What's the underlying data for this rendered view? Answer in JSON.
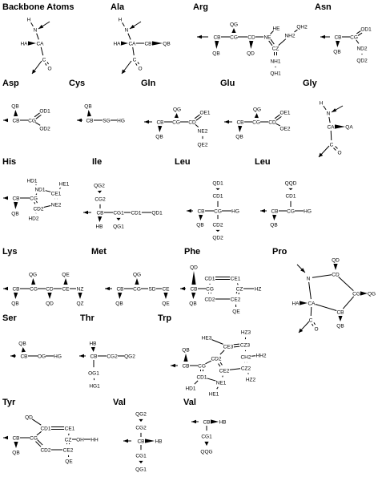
{
  "panels": [
    {
      "key": "backbone",
      "title": "Backbone Atoms",
      "atoms": [
        {
          "id": "H",
          "t": "H"
        },
        {
          "id": "N",
          "t": "N"
        },
        {
          "id": "HA",
          "t": "HA"
        },
        {
          "id": "CA",
          "t": "CA"
        },
        {
          "id": "C",
          "t": "C"
        },
        {
          "id": "O",
          "t": "O"
        }
      ]
    },
    {
      "key": "ala",
      "title": "Ala",
      "atoms": [
        {
          "id": "H",
          "t": "H"
        },
        {
          "id": "N",
          "t": "N"
        },
        {
          "id": "HA",
          "t": "HA"
        },
        {
          "id": "CA",
          "t": "CA"
        },
        {
          "id": "CB",
          "t": "CB"
        },
        {
          "id": "QB",
          "t": "QB"
        },
        {
          "id": "C",
          "t": "C"
        },
        {
          "id": "O",
          "t": "O"
        }
      ]
    },
    {
      "key": "arg",
      "title": "Arg",
      "atoms": [
        {
          "id": "CB",
          "t": "CB"
        },
        {
          "id": "QB",
          "t": "QB"
        },
        {
          "id": "CG",
          "t": "CG"
        },
        {
          "id": "QG",
          "t": "QG"
        },
        {
          "id": "CD",
          "t": "CD"
        },
        {
          "id": "QD",
          "t": "QD"
        },
        {
          "id": "NE",
          "t": "NE"
        },
        {
          "id": "HE",
          "t": "HE"
        },
        {
          "id": "CZ",
          "t": "CZ"
        },
        {
          "id": "NH2",
          "t": "NH2"
        },
        {
          "id": "QH2",
          "t": "QH2"
        },
        {
          "id": "NH1",
          "t": "NH1"
        },
        {
          "id": "QH1",
          "t": "QH1"
        }
      ]
    },
    {
      "key": "asn",
      "title": "Asn",
      "atoms": [
        {
          "id": "CB",
          "t": "CB"
        },
        {
          "id": "QB",
          "t": "QB"
        },
        {
          "id": "CG",
          "t": "CG"
        },
        {
          "id": "OD1",
          "t": "OD1"
        },
        {
          "id": "ND2",
          "t": "ND2"
        },
        {
          "id": "QD2",
          "t": "QD2"
        }
      ]
    },
    {
      "key": "asp",
      "title": "Asp",
      "atoms": [
        {
          "id": "QB",
          "t": "QB"
        },
        {
          "id": "CB",
          "t": "CB"
        },
        {
          "id": "CG",
          "t": "CG"
        },
        {
          "id": "OD1",
          "t": "OD1"
        },
        {
          "id": "OD2",
          "t": "OD2"
        }
      ]
    },
    {
      "key": "cys",
      "title": "Cys",
      "atoms": [
        {
          "id": "QB",
          "t": "QB"
        },
        {
          "id": "CB",
          "t": "CB"
        },
        {
          "id": "SG",
          "t": "SG"
        },
        {
          "id": "HG",
          "t": "HG"
        }
      ]
    },
    {
      "key": "gln",
      "title": "Gln",
      "atoms": [
        {
          "id": "CB",
          "t": "CB"
        },
        {
          "id": "QB",
          "t": "QB"
        },
        {
          "id": "CG",
          "t": "CG"
        },
        {
          "id": "QG",
          "t": "QG"
        },
        {
          "id": "CD",
          "t": "CD"
        },
        {
          "id": "OE1",
          "t": "OE1"
        },
        {
          "id": "NE2",
          "t": "NE2"
        },
        {
          "id": "QE2",
          "t": "QE2"
        }
      ]
    },
    {
      "key": "glu",
      "title": "Glu",
      "atoms": [
        {
          "id": "CB",
          "t": "CB"
        },
        {
          "id": "QB",
          "t": "QB"
        },
        {
          "id": "CG",
          "t": "CG"
        },
        {
          "id": "QG",
          "t": "QG"
        },
        {
          "id": "CD",
          "t": "CD"
        },
        {
          "id": "OE1",
          "t": "OE1"
        },
        {
          "id": "OE2",
          "t": "OE2"
        }
      ]
    },
    {
      "key": "gly",
      "title": "Gly",
      "atoms": [
        {
          "id": "H",
          "t": "H"
        },
        {
          "id": "N",
          "t": "N"
        },
        {
          "id": "CA",
          "t": "CA"
        },
        {
          "id": "QA",
          "t": "QA"
        },
        {
          "id": "C",
          "t": "C"
        },
        {
          "id": "O",
          "t": "O"
        }
      ]
    },
    {
      "key": "his",
      "title": "His",
      "atoms": [
        {
          "id": "HD1",
          "t": "HD1"
        },
        {
          "id": "ND1",
          "t": "ND1"
        },
        {
          "id": "CE1",
          "t": "CE1"
        },
        {
          "id": "HE1",
          "t": "HE1"
        },
        {
          "id": "CB",
          "t": "CB"
        },
        {
          "id": "QB",
          "t": "QB"
        },
        {
          "id": "CG",
          "t": "CG"
        },
        {
          "id": "CD2",
          "t": "CD2"
        },
        {
          "id": "HD2",
          "t": "HD2"
        },
        {
          "id": "NE2",
          "t": "NE2"
        }
      ]
    },
    {
      "key": "ile",
      "title": "Ile",
      "atoms": [
        {
          "id": "QG2",
          "t": "QG2"
        },
        {
          "id": "CG2",
          "t": "CG2"
        },
        {
          "id": "CB",
          "t": "CB"
        },
        {
          "id": "HB",
          "t": "HB"
        },
        {
          "id": "CG1",
          "t": "CG1"
        },
        {
          "id": "QG1",
          "t": "QG1"
        },
        {
          "id": "CD1",
          "t": "CD1"
        },
        {
          "id": "QD1",
          "t": "QD1"
        }
      ]
    },
    {
      "key": "leu1",
      "title": "Leu",
      "atoms": [
        {
          "id": "QD1",
          "t": "QD1"
        },
        {
          "id": "CD1",
          "t": "CD1"
        },
        {
          "id": "CB",
          "t": "CB"
        },
        {
          "id": "QB",
          "t": "QB"
        },
        {
          "id": "CG",
          "t": "CG"
        },
        {
          "id": "HG",
          "t": "HG"
        },
        {
          "id": "CD2",
          "t": "CD2"
        },
        {
          "id": "QD2",
          "t": "QD2"
        }
      ]
    },
    {
      "key": "leu2",
      "title": "Leu",
      "atoms": [
        {
          "id": "QQD",
          "t": "QQD"
        },
        {
          "id": "CD1",
          "t": "CD1"
        },
        {
          "id": "CB",
          "t": "CB"
        },
        {
          "id": "QB",
          "t": "QB"
        },
        {
          "id": "CG",
          "t": "CG"
        },
        {
          "id": "HG",
          "t": "HG"
        }
      ]
    },
    {
      "key": "lys",
      "title": "Lys",
      "atoms": [
        {
          "id": "CB",
          "t": "CB"
        },
        {
          "id": "QB",
          "t": "QB"
        },
        {
          "id": "CG",
          "t": "CG"
        },
        {
          "id": "QG",
          "t": "QG"
        },
        {
          "id": "CD",
          "t": "CD"
        },
        {
          "id": "QD",
          "t": "QD"
        },
        {
          "id": "CE",
          "t": "CE"
        },
        {
          "id": "QE",
          "t": "QE"
        },
        {
          "id": "NZ",
          "t": "NZ"
        },
        {
          "id": "QZ",
          "t": "QZ"
        }
      ]
    },
    {
      "key": "met",
      "title": "Met",
      "atoms": [
        {
          "id": "CB",
          "t": "CB"
        },
        {
          "id": "QB",
          "t": "QB"
        },
        {
          "id": "CG",
          "t": "CG"
        },
        {
          "id": "QG",
          "t": "QG"
        },
        {
          "id": "SD",
          "t": "SD"
        },
        {
          "id": "CE",
          "t": "CE"
        },
        {
          "id": "QE",
          "t": "QE"
        }
      ]
    },
    {
      "key": "phe",
      "title": "Phe",
      "atoms": [
        {
          "id": "QD",
          "t": "QD"
        },
        {
          "id": "CD1",
          "t": "CD1"
        },
        {
          "id": "CE1",
          "t": "CE1"
        },
        {
          "id": "CB",
          "t": "CB"
        },
        {
          "id": "QB",
          "t": "QB"
        },
        {
          "id": "CG",
          "t": "CG"
        },
        {
          "id": "CZ",
          "t": "CZ"
        },
        {
          "id": "HZ",
          "t": "HZ"
        },
        {
          "id": "CD2",
          "t": "CD2"
        },
        {
          "id": "CE2",
          "t": "CE2"
        },
        {
          "id": "QE",
          "t": "QE"
        }
      ]
    },
    {
      "key": "pro",
      "title": "Pro",
      "atoms": [
        {
          "id": "QD",
          "t": "QD"
        },
        {
          "id": "CD",
          "t": "CD"
        },
        {
          "id": "N",
          "t": "N"
        },
        {
          "id": "CG",
          "t": "CG"
        },
        {
          "id": "QG",
          "t": "QG"
        },
        {
          "id": "HA",
          "t": "HA"
        },
        {
          "id": "CA",
          "t": "CA"
        },
        {
          "id": "CB",
          "t": "CB"
        },
        {
          "id": "QB",
          "t": "QB"
        },
        {
          "id": "C",
          "t": "C"
        },
        {
          "id": "O",
          "t": "O"
        }
      ]
    },
    {
      "key": "ser",
      "title": "Ser",
      "atoms": [
        {
          "id": "QB",
          "t": "QB"
        },
        {
          "id": "CB",
          "t": "CB"
        },
        {
          "id": "OG",
          "t": "OG"
        },
        {
          "id": "HG",
          "t": "HG"
        }
      ]
    },
    {
      "key": "thr",
      "title": "Thr",
      "atoms": [
        {
          "id": "HB",
          "t": "HB"
        },
        {
          "id": "CB",
          "t": "CB"
        },
        {
          "id": "CG2",
          "t": "CG2"
        },
        {
          "id": "QG2",
          "t": "QG2"
        },
        {
          "id": "OG1",
          "t": "OG1"
        },
        {
          "id": "HG1",
          "t": "HG1"
        }
      ]
    },
    {
      "key": "trp",
      "title": "Trp",
      "atoms": [
        {
          "id": "HZ3",
          "t": "HZ3"
        },
        {
          "id": "HE3",
          "t": "HE3"
        },
        {
          "id": "CE3",
          "t": "CE3"
        },
        {
          "id": "CZ3",
          "t": "CZ3"
        },
        {
          "id": "CH2",
          "t": "CH2"
        },
        {
          "id": "HH2",
          "t": "HH2"
        },
        {
          "id": "QB",
          "t": "QB"
        },
        {
          "id": "CD2",
          "t": "CD2"
        },
        {
          "id": "CB",
          "t": "CB"
        },
        {
          "id": "CG",
          "t": "CG"
        },
        {
          "id": "CE2",
          "t": "CE2"
        },
        {
          "id": "CZ2",
          "t": "CZ2"
        },
        {
          "id": "HZ2",
          "t": "HZ2"
        },
        {
          "id": "CD1",
          "t": "CD1"
        },
        {
          "id": "NE1",
          "t": "NE1"
        },
        {
          "id": "HD1",
          "t": "HD1"
        },
        {
          "id": "HE1",
          "t": "HE1"
        }
      ]
    },
    {
      "key": "tyr",
      "title": "Tyr",
      "atoms": [
        {
          "id": "QD",
          "t": "QD"
        },
        {
          "id": "CD1",
          "t": "CD1"
        },
        {
          "id": "CE1",
          "t": "CE1"
        },
        {
          "id": "CB",
          "t": "CB"
        },
        {
          "id": "QB",
          "t": "QB"
        },
        {
          "id": "CG",
          "t": "CG"
        },
        {
          "id": "CZ",
          "t": "CZ"
        },
        {
          "id": "OH",
          "t": "OH"
        },
        {
          "id": "HH",
          "t": "HH"
        },
        {
          "id": "CD2",
          "t": "CD2"
        },
        {
          "id": "CE2",
          "t": "CE2"
        },
        {
          "id": "QE",
          "t": "QE"
        }
      ]
    },
    {
      "key": "val1",
      "title": "Val",
      "atoms": [
        {
          "id": "QG2",
          "t": "QG2"
        },
        {
          "id": "CG2",
          "t": "CG2"
        },
        {
          "id": "CB",
          "t": "CB"
        },
        {
          "id": "HB",
          "t": "HB"
        },
        {
          "id": "CG1",
          "t": "CG1"
        },
        {
          "id": "QG1",
          "t": "QG1"
        }
      ]
    },
    {
      "key": "val2",
      "title": "Val",
      "atoms": [
        {
          "id": "CB",
          "t": "CB"
        },
        {
          "id": "HB",
          "t": "HB"
        },
        {
          "id": "CG1",
          "t": "CG1"
        },
        {
          "id": "QQG",
          "t": "QQG"
        }
      ]
    }
  ]
}
